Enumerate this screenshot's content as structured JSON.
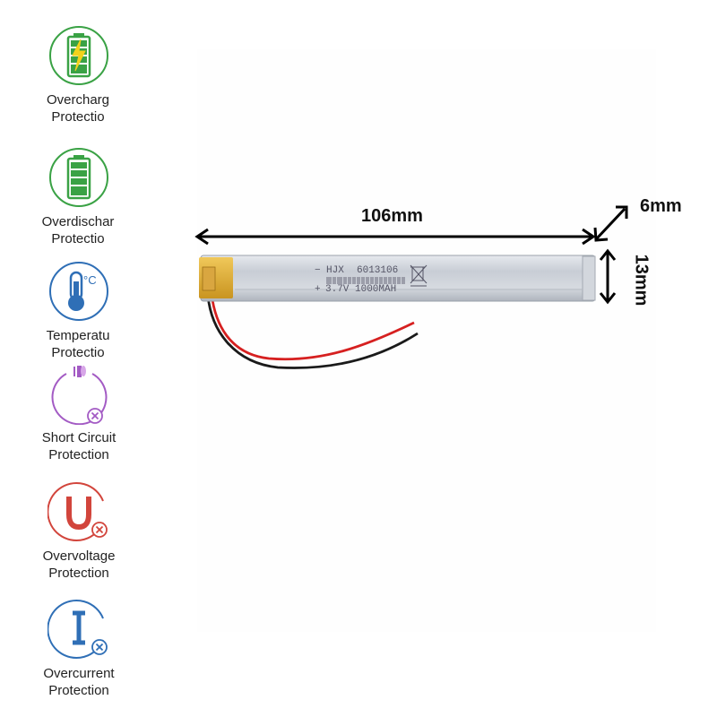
{
  "features": [
    {
      "icon": "overcharge-battery-icon",
      "color": "#3aa245",
      "label_line1": "Overcharg",
      "label_line2": "Protectio"
    },
    {
      "icon": "overdischarge-battery-icon",
      "color": "#3aa245",
      "label_line1": "Overdischar",
      "label_line2": "Protectio"
    },
    {
      "icon": "temperature-thermometer-icon",
      "color": "#2f6fb6",
      "label_line1": "Temperatu",
      "label_line2": "Protectio"
    },
    {
      "icon": "short-circuit-icon",
      "color": "#a35bc4",
      "label_line1": "Short Circuit",
      "label_line2": "Protection"
    },
    {
      "icon": "overvoltage-u-icon",
      "color": "#d2453c",
      "label_line1": "Overvoltage",
      "label_line2": "Protection"
    },
    {
      "icon": "overcurrent-i-icon",
      "color": "#2f6fb6",
      "label_line1": "Overcurrent",
      "label_line2": "Protection"
    }
  ],
  "temperature_symbol": "°C",
  "dimensions": {
    "length": "106mm",
    "width": "6mm",
    "height": "13mm"
  },
  "battery_label": {
    "line1_sign": "−",
    "brand": "HJX",
    "model": "6013106",
    "line2_sign": "+",
    "spec": "3.7V 1000MAH"
  },
  "colors": {
    "battery_body": "#c9ced6",
    "tape": "#e2b43a",
    "wire_red": "#d62020",
    "wire_black": "#1a1a1a"
  }
}
